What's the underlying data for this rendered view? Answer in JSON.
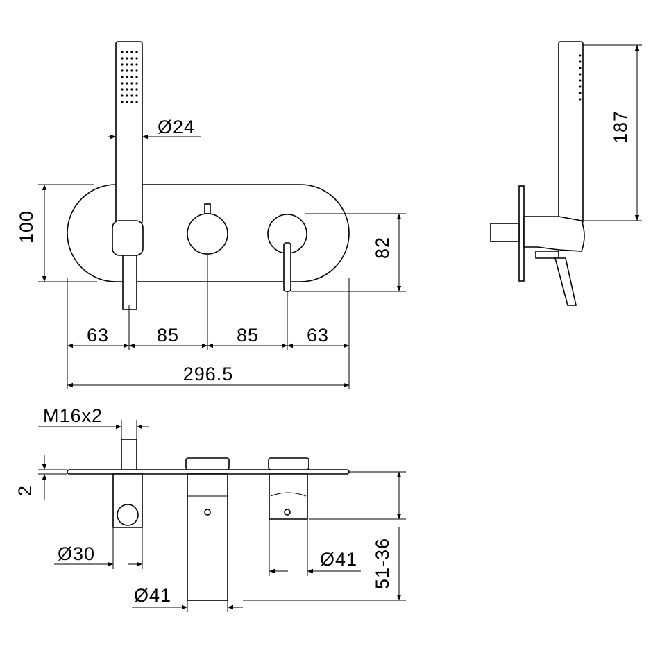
{
  "front_view": {
    "shower_diameter": "Ø24",
    "plate_height": "100",
    "lever_height": "82",
    "spacing": [
      "63",
      "85",
      "85",
      "63"
    ],
    "total_width": "296.5"
  },
  "side_view": {
    "shower_length": "187"
  },
  "top_view": {
    "thread": "M16x2",
    "plate_thickness": "2",
    "holder_diameter": "Ø30",
    "knob_left_diameter": "Ø41",
    "knob_right_diameter": "Ø41",
    "depth_range": "51-36"
  },
  "colors": {
    "line": "#000000",
    "background": "#ffffff"
  }
}
